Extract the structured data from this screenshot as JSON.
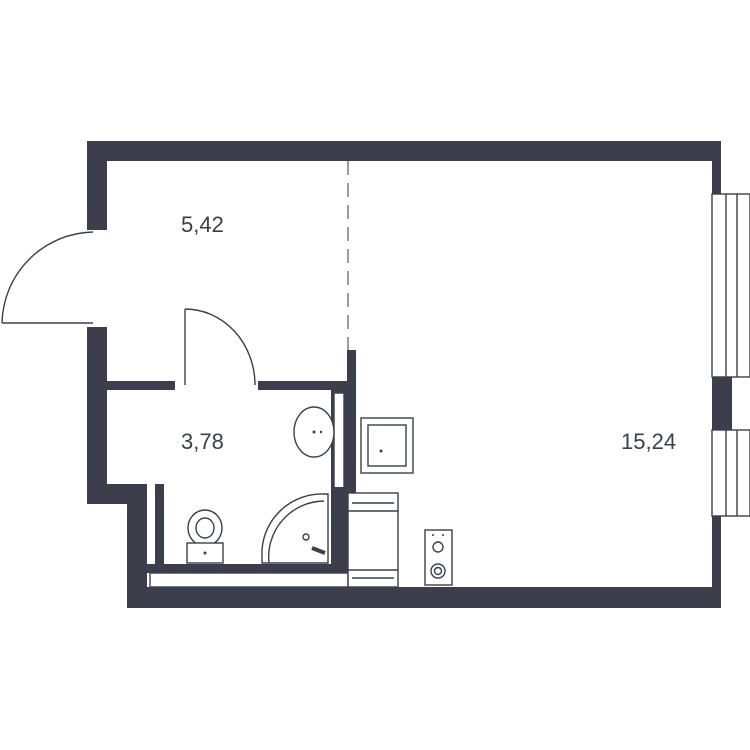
{
  "colors": {
    "wall": "#3c3f4b",
    "background": "#ffffff"
  },
  "rooms": [
    {
      "id": "hall",
      "area": "5,42"
    },
    {
      "id": "bathroom",
      "area": "3,78"
    },
    {
      "id": "living",
      "area": "15,24"
    }
  ],
  "fixtures": [
    "sink-icon",
    "toilet-icon",
    "shower-icon",
    "kitchen-sink-icon",
    "stove-icon",
    "washing-machine-icon"
  ]
}
